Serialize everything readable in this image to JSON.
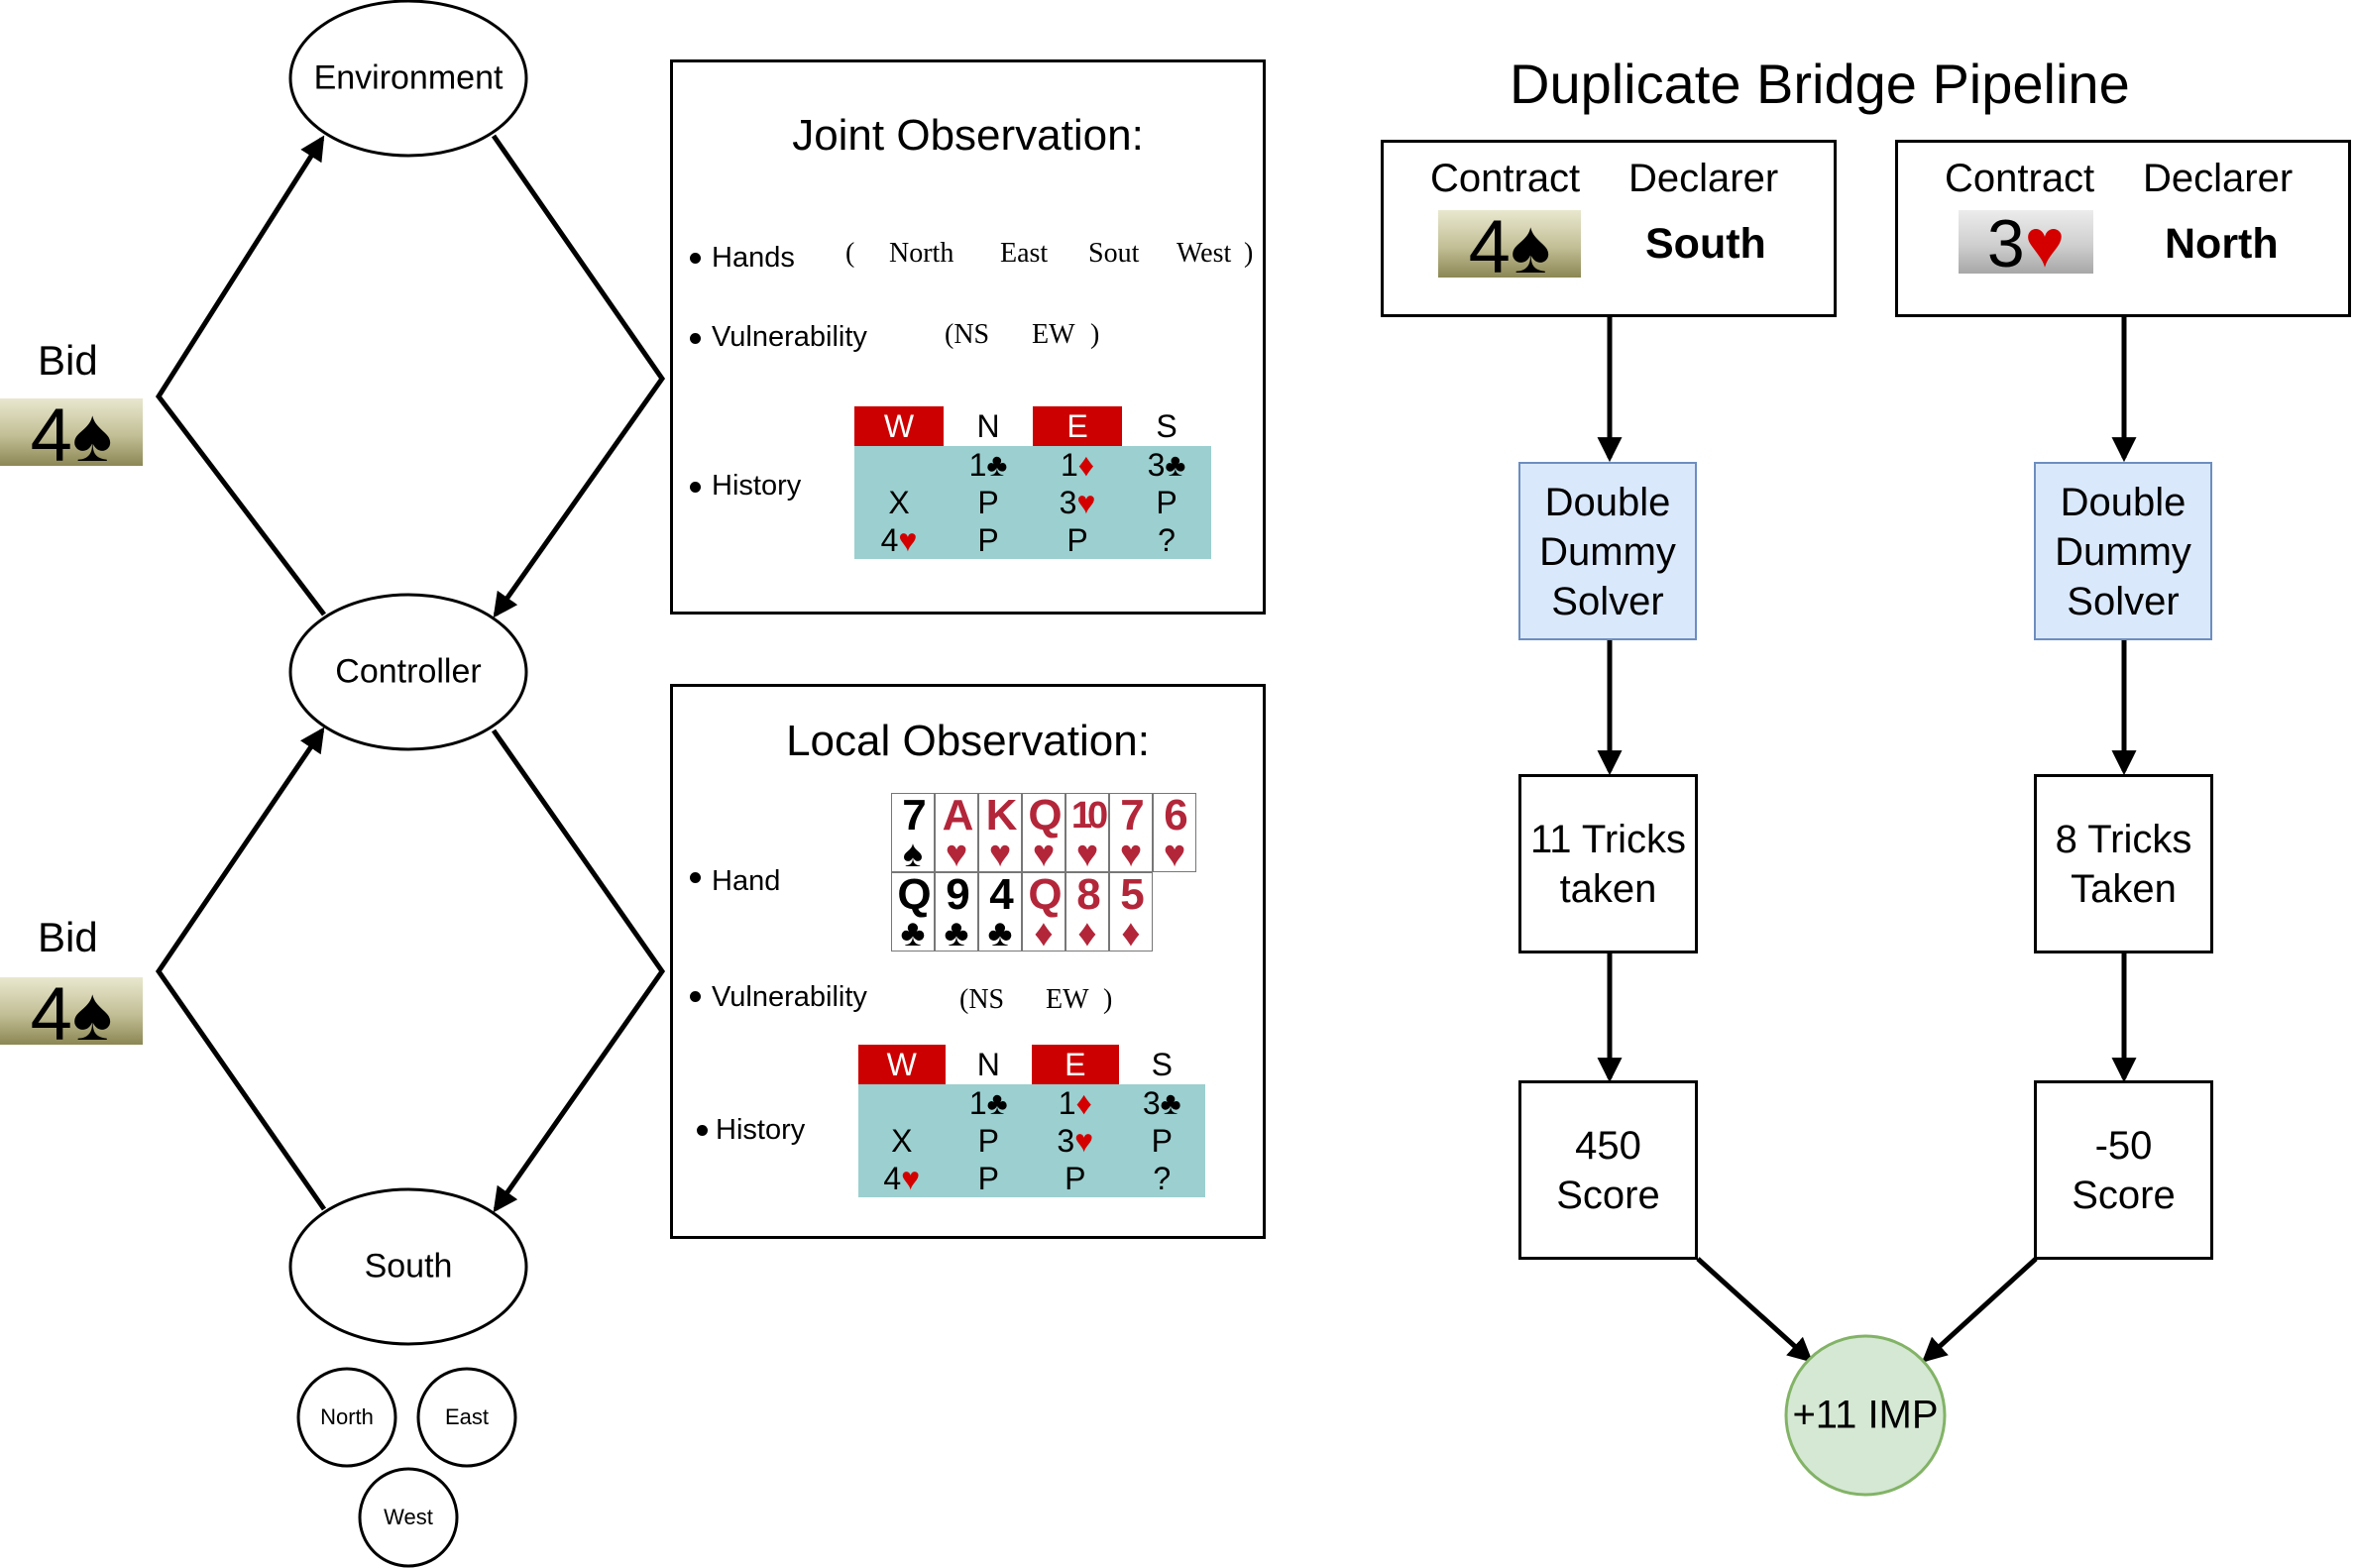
{
  "loop": {
    "environment": "Environment",
    "controller": "Controller",
    "south": "South",
    "north": "North",
    "east": "East",
    "west": "West",
    "bid_top": {
      "label": "Bid",
      "level": "4",
      "suit": "♠"
    },
    "bid_bottom": {
      "label": "Bid",
      "level": "4",
      "suit": "♠"
    }
  },
  "joint": {
    "title": "Joint Observation:",
    "hands_label": "Hands",
    "hands_values": {
      "open": "(",
      "north": "North",
      "east": "East",
      "south": "Sout",
      "west": "West",
      "close": ")"
    },
    "vuln_label": "Vulnerability",
    "vuln_values": {
      "ns": "(NS",
      "ew": "EW",
      "close": ")"
    },
    "history_label": "History"
  },
  "local": {
    "title": "Local Observation:",
    "hand_label": "Hand",
    "vuln_label": "Vulnerability",
    "vuln_values": {
      "ns": "(NS",
      "ew": "EW",
      "close": ")"
    },
    "history_label": "History",
    "cards_row1": [
      {
        "rank": "7",
        "suit": "♠",
        "color": "black"
      },
      {
        "rank": "A",
        "suit": "♥",
        "color": "red"
      },
      {
        "rank": "K",
        "suit": "♥",
        "color": "red"
      },
      {
        "rank": "Q",
        "suit": "♥",
        "color": "red"
      },
      {
        "rank": "10",
        "suit": "♥",
        "color": "red"
      },
      {
        "rank": "7",
        "suit": "♥",
        "color": "red"
      },
      {
        "rank": "6",
        "suit": "♥",
        "color": "red"
      }
    ],
    "cards_row2": [
      {
        "rank": "Q",
        "suit": "♣",
        "color": "black"
      },
      {
        "rank": "9",
        "suit": "♣",
        "color": "black"
      },
      {
        "rank": "4",
        "suit": "♣",
        "color": "black"
      },
      {
        "rank": "Q",
        "suit": "♦",
        "color": "red"
      },
      {
        "rank": "8",
        "suit": "♦",
        "color": "red"
      },
      {
        "rank": "5",
        "suit": "♦",
        "color": "red"
      }
    ]
  },
  "bidding_history": {
    "header": [
      "W",
      "N",
      "E",
      "S"
    ],
    "rows": [
      [
        {
          "t": ""
        },
        {
          "t": "1",
          "s": "♣",
          "c": "black"
        },
        {
          "t": "1",
          "s": "♦",
          "c": "red"
        },
        {
          "t": "3",
          "s": "♣",
          "c": "black"
        }
      ],
      [
        {
          "t": "X"
        },
        {
          "t": "P"
        },
        {
          "t": "3",
          "s": "♥",
          "c": "red"
        },
        {
          "t": "P"
        }
      ],
      [
        {
          "t": "4",
          "s": "♥",
          "c": "red"
        },
        {
          "t": "P"
        },
        {
          "t": "P"
        },
        {
          "t": "?"
        }
      ]
    ]
  },
  "pipeline": {
    "title": "Duplicate Bridge Pipeline",
    "left": {
      "contract_label": "Contract",
      "declarer_label": "Declarer",
      "contract_level": "4",
      "contract_suit": "♠",
      "declarer": "South",
      "solver": [
        "Double",
        "Dummy",
        "Solver"
      ],
      "tricks": [
        "11 Tricks",
        "taken"
      ],
      "score": [
        "450",
        "Score"
      ]
    },
    "right": {
      "contract_label": "Contract",
      "declarer_label": "Declarer",
      "contract_level": "3",
      "contract_suit": "♥",
      "declarer": "North",
      "solver": [
        "Double",
        "Dummy",
        "Solver"
      ],
      "tricks": [
        "8 Tricks",
        "Taken"
      ],
      "score": [
        "-50",
        "Score"
      ]
    },
    "result": "+11 IMP"
  },
  "colors": {
    "solver_fill": "#dae8fc",
    "solver_border": "#6c8ebf",
    "result_fill": "#d5e8d4",
    "result_border": "#82b366",
    "history_header_red": "#cc0000",
    "history_body": "#9ccfcf",
    "card_red": "#b3263a",
    "suit_red": "#d40000"
  }
}
